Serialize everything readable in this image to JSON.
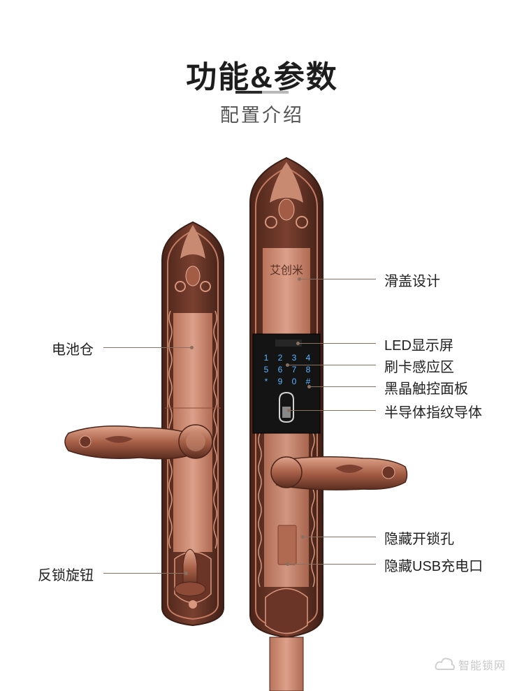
{
  "header": {
    "title": "功能&参数",
    "subtitle": "配置介绍"
  },
  "lock": {
    "logo_text": "艾创米",
    "keypad": [
      "1",
      "2",
      "3",
      "4",
      "5",
      "6",
      "7",
      "8",
      "*",
      "9",
      "0",
      "#"
    ]
  },
  "callouts": {
    "slide_cover": "滑盖设计",
    "led_screen": "LED显示屏",
    "card_reader": "刷卡感应区",
    "touch_panel": "黑晶触控面板",
    "fingerprint": "半导体指纹导体",
    "hidden_keyhole": "隐藏开锁孔",
    "hidden_usb": "隐藏USB充电口",
    "battery": "电池仓",
    "deadbolt_knob": "反锁旋钮"
  },
  "watermark": {
    "text": "智能锁网"
  },
  "colors": {
    "copper": "#c9876d",
    "copper_dark": "#5a3024",
    "panel_black": "#141414",
    "keypad_blue": "#58b4ff"
  }
}
